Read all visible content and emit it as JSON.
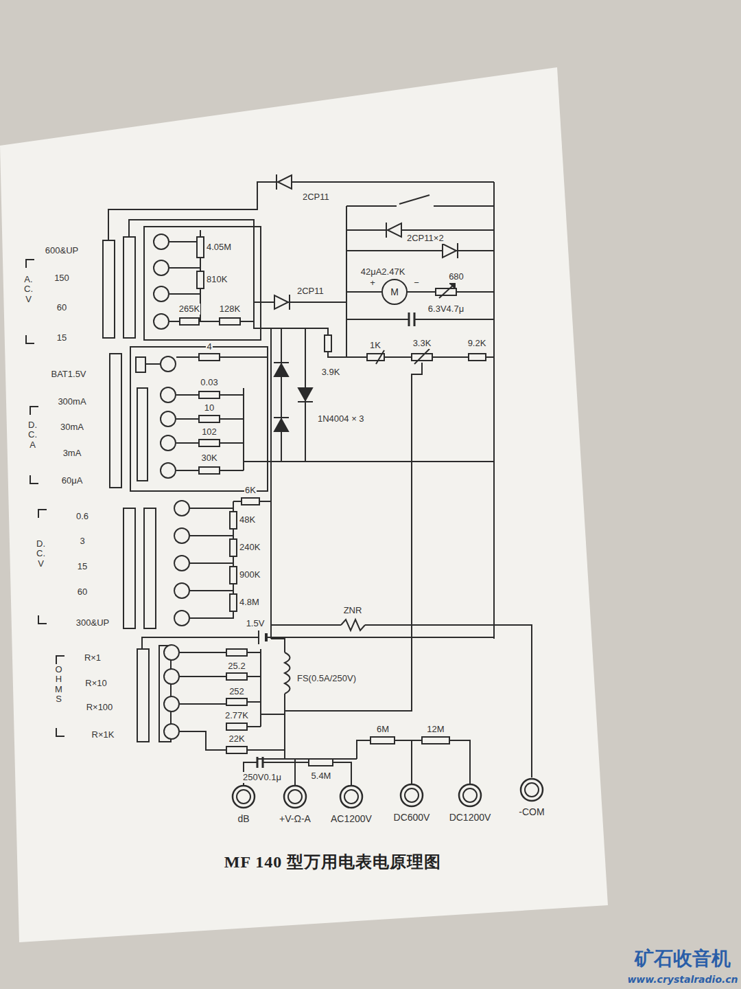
{
  "diagram": {
    "caption": "MF 140 型万用电表电原理图",
    "nodes": [
      {
        "text": [
          "dB"
        ]
      },
      {
        "text": [
          "+V-Ω-A"
        ]
      },
      {
        "text": [
          "AC1200V"
        ]
      },
      {
        "text": [
          "DC600V"
        ]
      },
      {
        "text": [
          "DC1200V"
        ]
      },
      {
        "text": [
          "-COM"
        ]
      }
    ],
    "labels": [
      "600&UP",
      "150",
      "60",
      "15",
      "A.C.V",
      "BAT1.5V",
      "300mA",
      "30mA",
      "3mA",
      "60μA",
      "D.C.A",
      "0.6",
      "3",
      "15",
      "60",
      "300&UP",
      "D.C.V",
      "R×1",
      "R×10",
      "R×100",
      "R×1K",
      "OHMS",
      "4.05M",
      "810K",
      "265K",
      "128K",
      "4",
      "0.03",
      "10",
      "102",
      "30K",
      "6K",
      "48K",
      "240K",
      "900K",
      "4.8M",
      "1.5V",
      "ZNR",
      "FS(0.5A/250V)",
      "25.2",
      "252",
      "2.77K",
      "22K",
      "250V0.1μ",
      "5.4M",
      "6M",
      "12M",
      "2CP11",
      "2CP11×2",
      "42μA2.47K",
      "+",
      "−",
      "680",
      "2CP11",
      "6.3V4.7μ",
      "3.9K",
      "1N4004 × 3",
      "1K",
      "3.3K",
      "9.2K",
      "矿石收音机",
      "www.crystalradio.cn"
    ]
  }
}
